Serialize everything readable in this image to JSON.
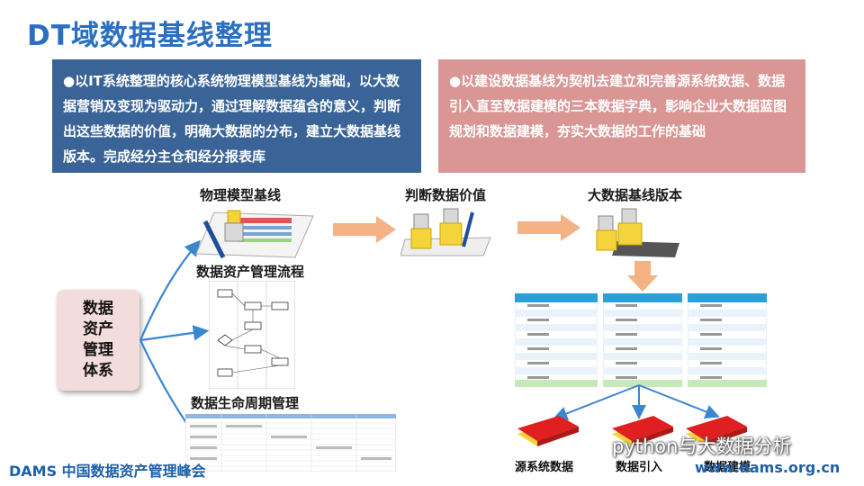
{
  "slide": {
    "title": "DT域数据基线整理"
  },
  "left_box": {
    "text": "●以IT系统整理的核心系统物理模型基线为基础，以大数据营销及变现为驱动力，通过理解数据蕴含的意义，判断出这些数据的价值，明确大数据的分布，建立大数据基线版本。完成经分主仓和经分报表库"
  },
  "right_box": {
    "text": "●以建设数据基线为契机去建立和完善源系统数据、数据引入直至数据建模的三本数据字典，影响企业大数据蓝图规划和数据建模，夯实大数据的工作的基础"
  },
  "system_box": {
    "label": "数据资产管理体系"
  },
  "flow": {
    "physical_model": "物理模型基线",
    "judge_value": "判断数据价值",
    "bigdata_version": "大数据基线版本",
    "asset_process": "数据资产管理流程",
    "lifecycle": "数据生命周期管理"
  },
  "books": {
    "source_data": "源系统数据",
    "data_import": "数据引入",
    "data_model": "数据建模"
  },
  "footer": {
    "left": "DAMS 中国数据资产管理峰会",
    "right": "www.dams.org.cn"
  },
  "watermark": {
    "text": "python与大数据分析"
  },
  "colors": {
    "title": "#2a6fc0",
    "left_box": "#3a6497",
    "right_box": "#d99694",
    "arrow_blue": "#3a86d0",
    "arrow_orange": "#f4b183"
  }
}
